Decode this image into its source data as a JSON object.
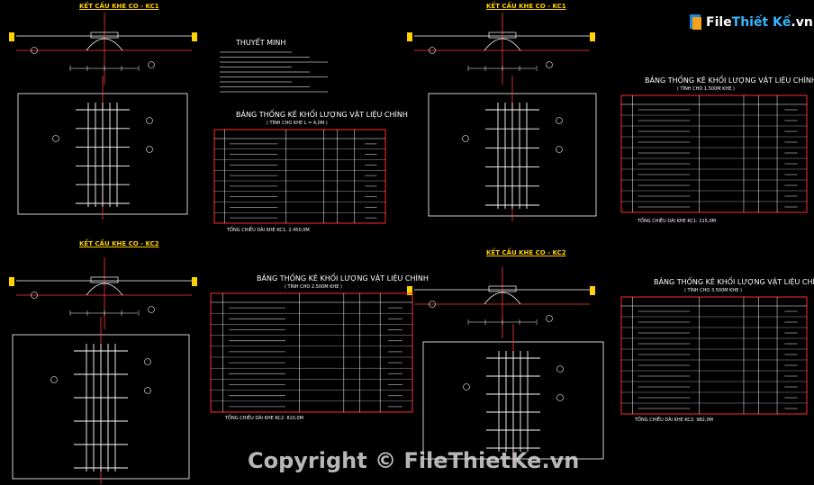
{
  "logo": {
    "text_a": "File",
    "text_b": "Thiết Kế",
    "text_c": ".vn"
  },
  "watermark": "Copyright © FileThietKe.vn",
  "panels": [
    {
      "title": "KẾT CẤU KHE CO - KC1"
    },
    {
      "title": "KẾT CẤU KHE CO - KC2"
    },
    {
      "title": "KẾT CẤU KHE CO - KC1"
    },
    {
      "title": "KẾT CẤU KHE CO - KC2"
    }
  ],
  "thuyet_minh": {
    "title": "THUYẾT MINH"
  },
  "tables": [
    {
      "title": "BẢNG THỐNG KÊ KHỐI LƯỢNG VẬT LIỆU CHÍNH",
      "subtitle": "( TÍNH CHO KHE L = 4,0M )",
      "total": "TỔNG CHIỀU DÀI KHE KC1: 2.450,0M"
    },
    {
      "title": "BẢNG THỐNG KÊ KHỐI LƯỢNG VẬT LIỆU CHÍNH",
      "subtitle": "( TÍNH CHO 2.500M KHE )",
      "total": "TỔNG CHIỀU DÀI KHE KC2: 810,0M"
    },
    {
      "title": "BẢNG THỐNG KÊ KHỐI LƯỢNG VẬT LIỆU CHÍNH",
      "subtitle": "( TÍNH CHO 1.500M KHE )",
      "total": "TỔNG CHIỀU DÀI KHE KC1: 115,0M"
    },
    {
      "title": "BẢNG THỐNG KÊ KHỐI LƯỢNG VẬT LIỆU CHÍNH",
      "subtitle": "( TÍNH CHO 3.500M KHE )",
      "total": "TỔNG CHIỀU DÀI KHE KC2: 982,0M"
    }
  ],
  "colors": {
    "background": "#000000",
    "lines": "#ffffff",
    "frame": "#ff2a2a",
    "titles": "#ffd200",
    "axis": "#ff3a3a"
  }
}
